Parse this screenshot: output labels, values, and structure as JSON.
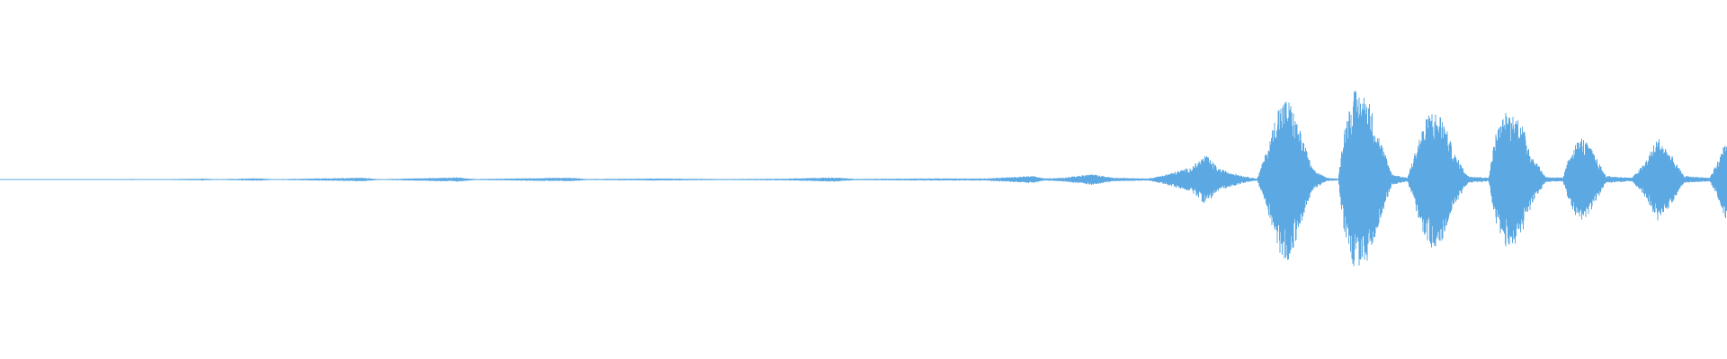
{
  "waveform": {
    "color": "#5ba8e2",
    "background": "#ffffff",
    "amplitude_range": [
      -1,
      1
    ],
    "duration_fraction_points": [
      [
        0.0,
        0.004
      ],
      [
        0.06,
        0.004
      ],
      [
        0.075,
        0.006
      ],
      [
        0.09,
        0.004
      ],
      [
        0.118,
        0.01
      ],
      [
        0.125,
        0.004
      ],
      [
        0.15,
        0.014
      ],
      [
        0.158,
        0.004
      ],
      [
        0.21,
        0.02
      ],
      [
        0.22,
        0.004
      ],
      [
        0.265,
        0.024
      ],
      [
        0.275,
        0.006
      ],
      [
        0.33,
        0.02
      ],
      [
        0.34,
        0.006
      ],
      [
        0.38,
        0.012
      ],
      [
        0.42,
        0.006
      ],
      [
        0.455,
        0.01
      ],
      [
        0.483,
        0.024
      ],
      [
        0.495,
        0.008
      ],
      [
        0.54,
        0.012
      ],
      [
        0.57,
        0.012
      ],
      [
        0.598,
        0.04
      ],
      [
        0.605,
        0.012
      ],
      [
        0.615,
        0.02
      ],
      [
        0.632,
        0.06
      ],
      [
        0.645,
        0.02
      ],
      [
        0.665,
        0.012
      ],
      [
        0.672,
        0.04
      ],
      [
        0.69,
        0.14
      ],
      [
        0.698,
        0.28
      ],
      [
        0.706,
        0.12
      ],
      [
        0.72,
        0.04
      ],
      [
        0.728,
        0.01
      ],
      [
        0.735,
        0.42
      ],
      [
        0.74,
        0.83
      ],
      [
        0.746,
        0.92
      ],
      [
        0.752,
        0.6
      ],
      [
        0.76,
        0.12
      ],
      [
        0.768,
        0.02
      ],
      [
        0.775,
        0.01
      ],
      [
        0.778,
        0.55
      ],
      [
        0.784,
        1.0
      ],
      [
        0.792,
        0.93
      ],
      [
        0.798,
        0.52
      ],
      [
        0.806,
        0.06
      ],
      [
        0.815,
        0.02
      ],
      [
        0.822,
        0.49
      ],
      [
        0.828,
        0.78
      ],
      [
        0.835,
        0.72
      ],
      [
        0.842,
        0.3
      ],
      [
        0.85,
        0.04
      ],
      [
        0.862,
        0.02
      ],
      [
        0.866,
        0.52
      ],
      [
        0.872,
        0.76
      ],
      [
        0.88,
        0.7
      ],
      [
        0.887,
        0.28
      ],
      [
        0.895,
        0.03
      ],
      [
        0.905,
        0.02
      ],
      [
        0.91,
        0.35
      ],
      [
        0.916,
        0.48
      ],
      [
        0.922,
        0.33
      ],
      [
        0.93,
        0.04
      ],
      [
        0.945,
        0.02
      ],
      [
        0.952,
        0.18
      ],
      [
        0.96,
        0.48
      ],
      [
        0.967,
        0.3
      ],
      [
        0.975,
        0.04
      ],
      [
        0.99,
        0.02
      ],
      [
        0.996,
        0.26
      ],
      [
        1.0,
        0.52
      ]
    ]
  }
}
